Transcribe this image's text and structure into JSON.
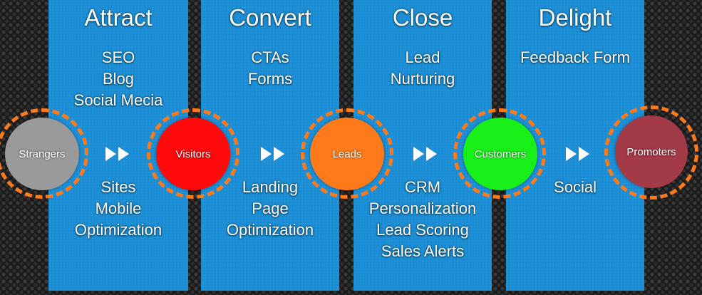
{
  "stages": [
    {
      "title": "Attract",
      "tools": [
        "SEO",
        "Blog",
        "Social Mecia"
      ],
      "channels": [
        "Sites",
        "Mobile",
        "Optimization"
      ]
    },
    {
      "title": "Convert",
      "tools": [
        "CTAs",
        "Forms"
      ],
      "channels": [
        "Landing",
        "Page",
        "Optimization"
      ]
    },
    {
      "title": "Close",
      "tools": [
        "Lead",
        "Nurturing"
      ],
      "channels": [
        "CRM",
        "Personalization",
        "Lead Scoring",
        "Sales Alerts"
      ]
    },
    {
      "title": "Delight",
      "tools": [
        "Feedback Form"
      ],
      "channels": [
        "Social"
      ]
    }
  ],
  "personas": [
    {
      "label": "Strangers",
      "color": "#9a9a9a"
    },
    {
      "label": "Visitors",
      "color": "#ff0a0a"
    },
    {
      "label": "Leads",
      "color": "#ff7a1a"
    },
    {
      "label": "Customers",
      "color": "#19f019"
    },
    {
      "label": "Promoters",
      "color": "#a33a47"
    }
  ],
  "colors": {
    "column": "#1a8ed6",
    "ring": "#ff7a1a",
    "arrow": "#ffffff"
  }
}
